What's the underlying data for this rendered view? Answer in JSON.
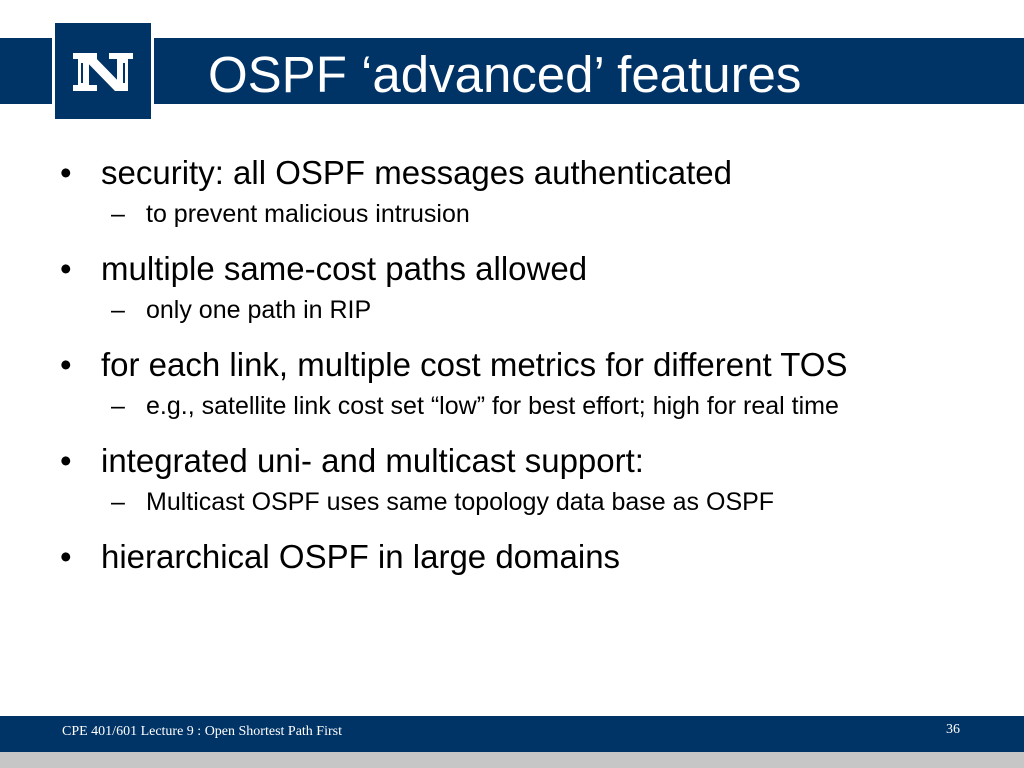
{
  "slide": {
    "title": "OSPF ‘advanced’ features",
    "logo_letter": "N",
    "colors": {
      "brand_blue": "#003366",
      "footer_strip": "#c6c6c6",
      "text": "#000000"
    }
  },
  "bullets": [
    {
      "marker": "•",
      "text": "security: all OSPF messages authenticated",
      "sub": {
        "marker": "–",
        "text": "to prevent malicious intrusion"
      }
    },
    {
      "marker": "•",
      "text": "multiple same-cost paths allowed",
      "sub": {
        "marker": "–",
        "text": "only one path in RIP"
      }
    },
    {
      "marker": "•",
      "text": "for each link, multiple cost metrics for different TOS",
      "sub": {
        "marker": "–",
        "text": "e.g., satellite link cost set “low” for best effort; high for real time"
      }
    },
    {
      "marker": "•",
      "text": "integrated uni- and multicast support:",
      "sub": {
        "marker": "–",
        "text": "Multicast OSPF uses same topology data base as OSPF"
      }
    },
    {
      "marker": "•",
      "text": "hierarchical OSPF in large domains"
    }
  ],
  "footer": {
    "text": "CPE 401/601 Lecture 9 : Open Shortest Path First",
    "page_number": "36"
  }
}
